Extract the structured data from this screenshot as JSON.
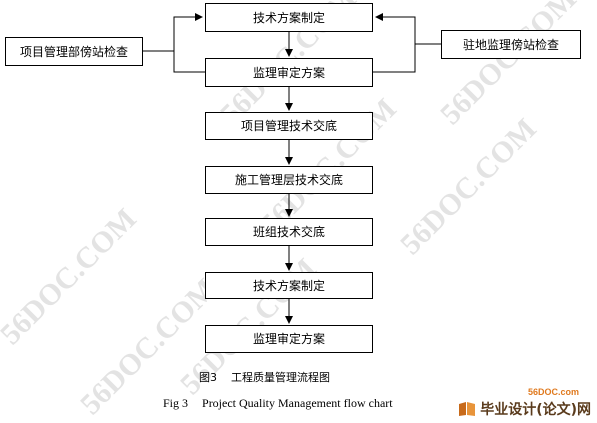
{
  "nodes": {
    "tech_plan_1": "技术方案制定",
    "supervise_review_1": "监理审定方案",
    "pm_inspection": "项目管理部傍站检查",
    "site_supervision": "驻地监理傍站检查",
    "pm_disclosure": "项目管理技术交底",
    "construction_disclosure": "施工管理层技术交底",
    "team_disclosure": "班组技术交底",
    "tech_plan_2": "技术方案制定",
    "supervise_review_2": "监理审定方案"
  },
  "caption": {
    "cn_label": "图3",
    "cn_title": "工程质量管理流程图",
    "en_label": "Fig 3",
    "en_title": "Project Quality Management flow chart"
  },
  "watermark": {
    "text": "56DOC.COM"
  },
  "site": {
    "url": "56DOC.com",
    "name": "毕业设计(论文)网"
  },
  "colors": {
    "border": "#000000",
    "watermark": "#e3e3e3",
    "site_accent": "#e07a1f"
  }
}
